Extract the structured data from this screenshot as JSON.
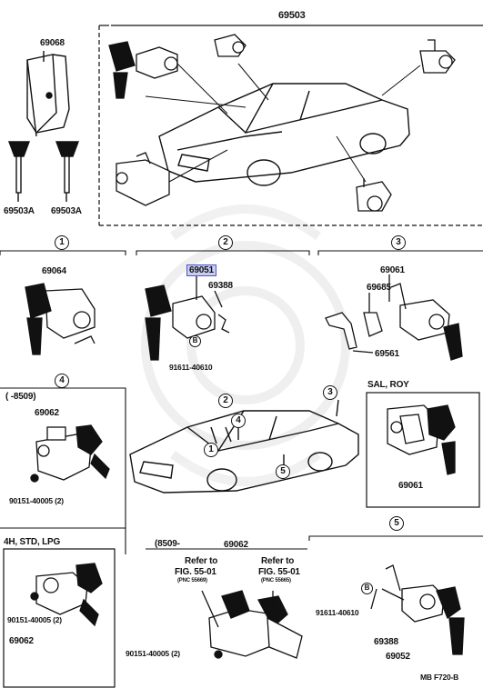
{
  "diagram": {
    "sections": {
      "top": {
        "part": "69503"
      },
      "keys_left": {
        "case_part": "69068",
        "key_a": "69503A",
        "key_b": "69503A"
      },
      "one": {
        "mark": "1",
        "part": "69064"
      },
      "two": {
        "mark": "2",
        "part_highlighted": "69051",
        "part_b": "69388",
        "bolt": "91611-40610",
        "b_mark": "B"
      },
      "three": {
        "mark": "3",
        "part_a": "69061",
        "part_b": "69685",
        "part_c": "69561"
      },
      "four": {
        "mark": "4",
        "range": "(     -8509)",
        "part": "69062",
        "screw": "90151-40005 (2)"
      },
      "sal_roy": {
        "title": "SAL, ROY",
        "part": "69061"
      },
      "car_markers": [
        "2",
        "4",
        "1",
        "3",
        "5"
      ],
      "four_h": {
        "title": "4H, STD, LPG",
        "screw": "90151-40005 (2)",
        "part": "69062"
      },
      "bottom_mid": {
        "range": "(8509-",
        "part": "69062",
        "refer_left": [
          "Refer to",
          "FIG. 55-01",
          "(PNC 55669)"
        ],
        "refer_right": [
          "Refer to",
          "FIG. 55-01",
          "(PNC 55665)"
        ],
        "screw": "90151-40005 (2)"
      },
      "five": {
        "mark": "5",
        "bolt": "91611-40610",
        "b_mark": "B",
        "part_a": "69388",
        "part_b": "69052"
      }
    },
    "footer_code": "MB  F720-B"
  }
}
